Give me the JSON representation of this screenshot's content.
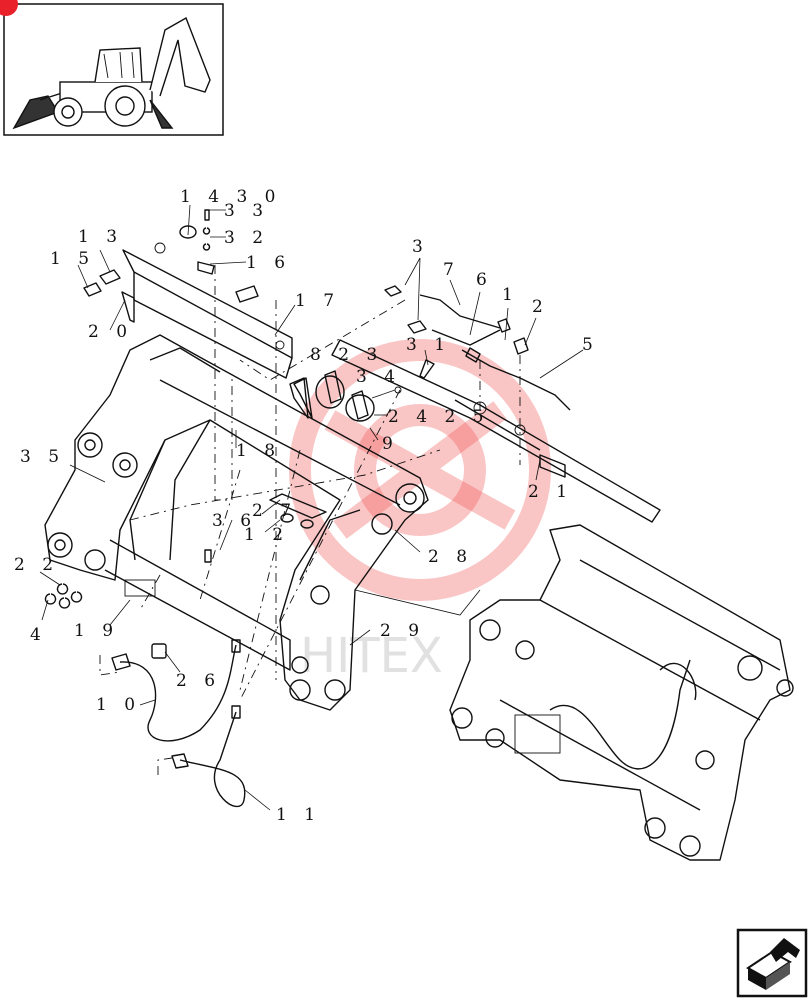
{
  "thumbnail": {
    "icon": "backhoe-loader-icon",
    "badge_color": "#e8212a"
  },
  "nav": {
    "icon": "next-page-arrow-icon"
  },
  "watermark": {
    "text": "HITEX",
    "color": "#f05a5a"
  },
  "callouts": [
    {
      "id": "c1430",
      "text": "1 4 3 0"
    },
    {
      "id": "c33",
      "text": "3 3"
    },
    {
      "id": "c32",
      "text": "3 2"
    },
    {
      "id": "c16",
      "text": "1 6"
    },
    {
      "id": "c13",
      "text": "1 3"
    },
    {
      "id": "c15",
      "text": "1 5"
    },
    {
      "id": "c20",
      "text": "2 0"
    },
    {
      "id": "c17",
      "text": "1 7"
    },
    {
      "id": "c3top",
      "text": "3"
    },
    {
      "id": "c7",
      "text": "7"
    },
    {
      "id": "c6",
      "text": "6"
    },
    {
      "id": "c1",
      "text": "1"
    },
    {
      "id": "c2",
      "text": "2"
    },
    {
      "id": "c5",
      "text": "5"
    },
    {
      "id": "c31",
      "text": "3 1"
    },
    {
      "id": "c823",
      "text": "8 2 3"
    },
    {
      "id": "c34",
      "text": "3 4"
    },
    {
      "id": "c2425",
      "text": "2 4 2 5"
    },
    {
      "id": "c9",
      "text": "9"
    },
    {
      "id": "c35",
      "text": "3 5"
    },
    {
      "id": "c18",
      "text": "1 8"
    },
    {
      "id": "c21",
      "text": "2 1"
    },
    {
      "id": "c36",
      "text": "3 6"
    },
    {
      "id": "c27",
      "text": "2 7"
    },
    {
      "id": "c12",
      "text": "1 2"
    },
    {
      "id": "c28",
      "text": "2 8"
    },
    {
      "id": "c22",
      "text": "2 2"
    },
    {
      "id": "c4",
      "text": "4"
    },
    {
      "id": "c19",
      "text": "1 9"
    },
    {
      "id": "c29",
      "text": "2 9"
    },
    {
      "id": "c26",
      "text": "2 6"
    },
    {
      "id": "c10",
      "text": "1 0"
    },
    {
      "id": "c11",
      "text": "1 1"
    }
  ]
}
